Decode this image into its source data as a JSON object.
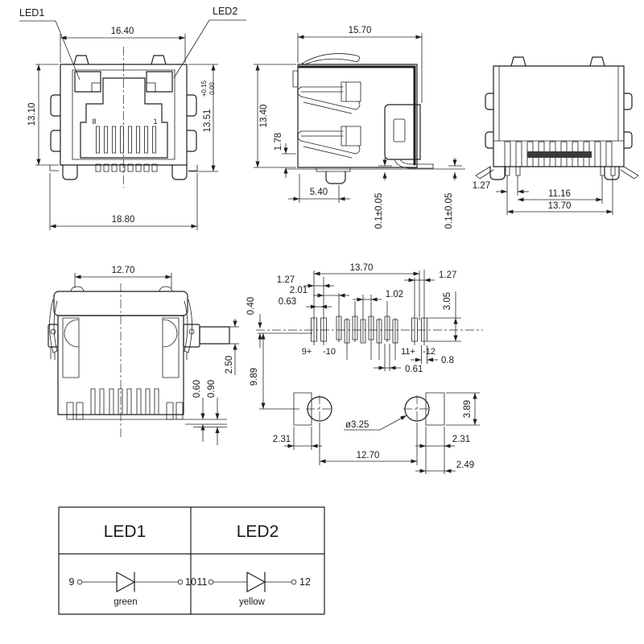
{
  "front_view": {
    "led1_label": "LED1",
    "led2_label": "LED2",
    "pin_left": "8",
    "pin_right": "1",
    "dim_top_width": "16.40",
    "dim_left_height": "13.10",
    "dim_bottom_width": "18.80",
    "dim_right_height": "13.51",
    "dim_right_tol_upper": "+0.15",
    "dim_right_tol_lower": "0.00"
  },
  "side_view": {
    "dim_top_width": "15.70",
    "dim_left_height": "13.40",
    "dim_contact_height": "1.78",
    "dim_boss_offset": "5.40",
    "dim_coplanarity_left": "0.1±0.05",
    "dim_coplanarity_right": "0.1±0.05"
  },
  "rear_view": {
    "dim_pin_pitch": "1.27",
    "dim_inner_span": "11.16",
    "dim_outer_span": "13.70"
  },
  "top_view": {
    "dim_top_width": "12.70",
    "dim_tab_width": "2.50",
    "dim_pin_offset_1": "0.60",
    "dim_pin_offset_2": "0.90"
  },
  "footprint": {
    "dim_led_span": "13.70",
    "dim_led_pitch_left": "1.27",
    "dim_led_gap_left": "2.01",
    "dim_pad_gap_left": "0.63",
    "dim_row_offset": "0.40",
    "dim_signal_pitch": "1.02",
    "dim_led_pitch_right": "1.27",
    "dim_pad_length": "3.05",
    "dim_pad_width_right": "0.8",
    "dim_pad_width_mid": "0.61",
    "dim_hole_drop": "9.89",
    "hole_diameter_label": "ø3.25",
    "dim_hole_pad_left": "2.31",
    "dim_hole_span": "12.70",
    "dim_hole_pad_right": "2.31",
    "dim_edge_right": "2.49",
    "dim_hole_pad_height": "3.89",
    "pad9_label": "9+",
    "pad10_label": "-10",
    "pad11_label": "11+",
    "pad12_label": "-12"
  },
  "led_table": {
    "led1_header": "LED1",
    "led2_header": "LED2",
    "led1_pin_from": "9",
    "led1_pin_to": "10",
    "led1_color": "green",
    "led2_pin_from": "11",
    "led2_pin_to": "12",
    "led2_color": "yellow"
  }
}
